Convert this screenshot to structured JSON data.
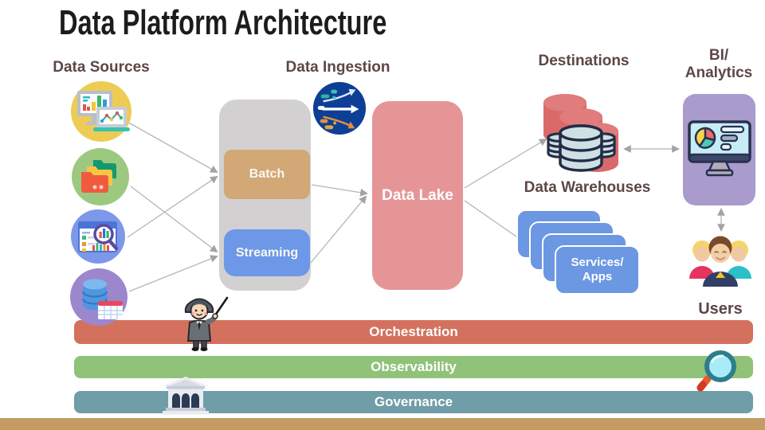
{
  "slide": {
    "title": "Data Platform Architecture"
  },
  "headings": {
    "data_sources": "Data Sources",
    "data_ingestion": "Data Ingestion",
    "destinations": "Destinations",
    "bi_line1": "BI/",
    "bi_line2": "Analytics"
  },
  "nodes": {
    "batch": "Batch",
    "streaming": "Streaming",
    "data_lake": "Data Lake",
    "data_warehouses": "Data Warehouses",
    "services_line1": "Services/",
    "services_line2": "Apps",
    "users": "Users"
  },
  "layers": [
    {
      "label": "Orchestration",
      "color": "#d4715e"
    },
    {
      "label": "Observability",
      "color": "#90c279"
    },
    {
      "label": "Governance",
      "color": "#6f9da8"
    }
  ],
  "icons": {
    "source_1": "monitor-charts-icon",
    "source_2": "folders-icon",
    "source_3": "web-analytics-icon",
    "source_4": "database-table-icon",
    "ingestion": "data-flow-globe-icon",
    "warehouses": "database-stack-icon",
    "bi": "analytics-monitor-icon",
    "users": "people-icon",
    "orchestration": "conductor-icon",
    "observability": "magnifier-icon",
    "governance": "bank-building-icon"
  },
  "colors": {
    "heading_text": "#5d4646",
    "title_text": "#1c1c1c",
    "ingestion_container": "#d2d0d0",
    "batch_box": "#d1a876",
    "streaming_box": "#6d98e8",
    "data_lake": "#e69597",
    "services_card": "#6c97e3",
    "bi_box": "#a99bcb",
    "warehouse_red": "#da6a6a",
    "orchestration_bar": "#d4715e",
    "observability_bar": "#90c279",
    "governance_bar": "#6f9da8",
    "bottom_strip": "#c49b63",
    "connector": "#adadad"
  }
}
